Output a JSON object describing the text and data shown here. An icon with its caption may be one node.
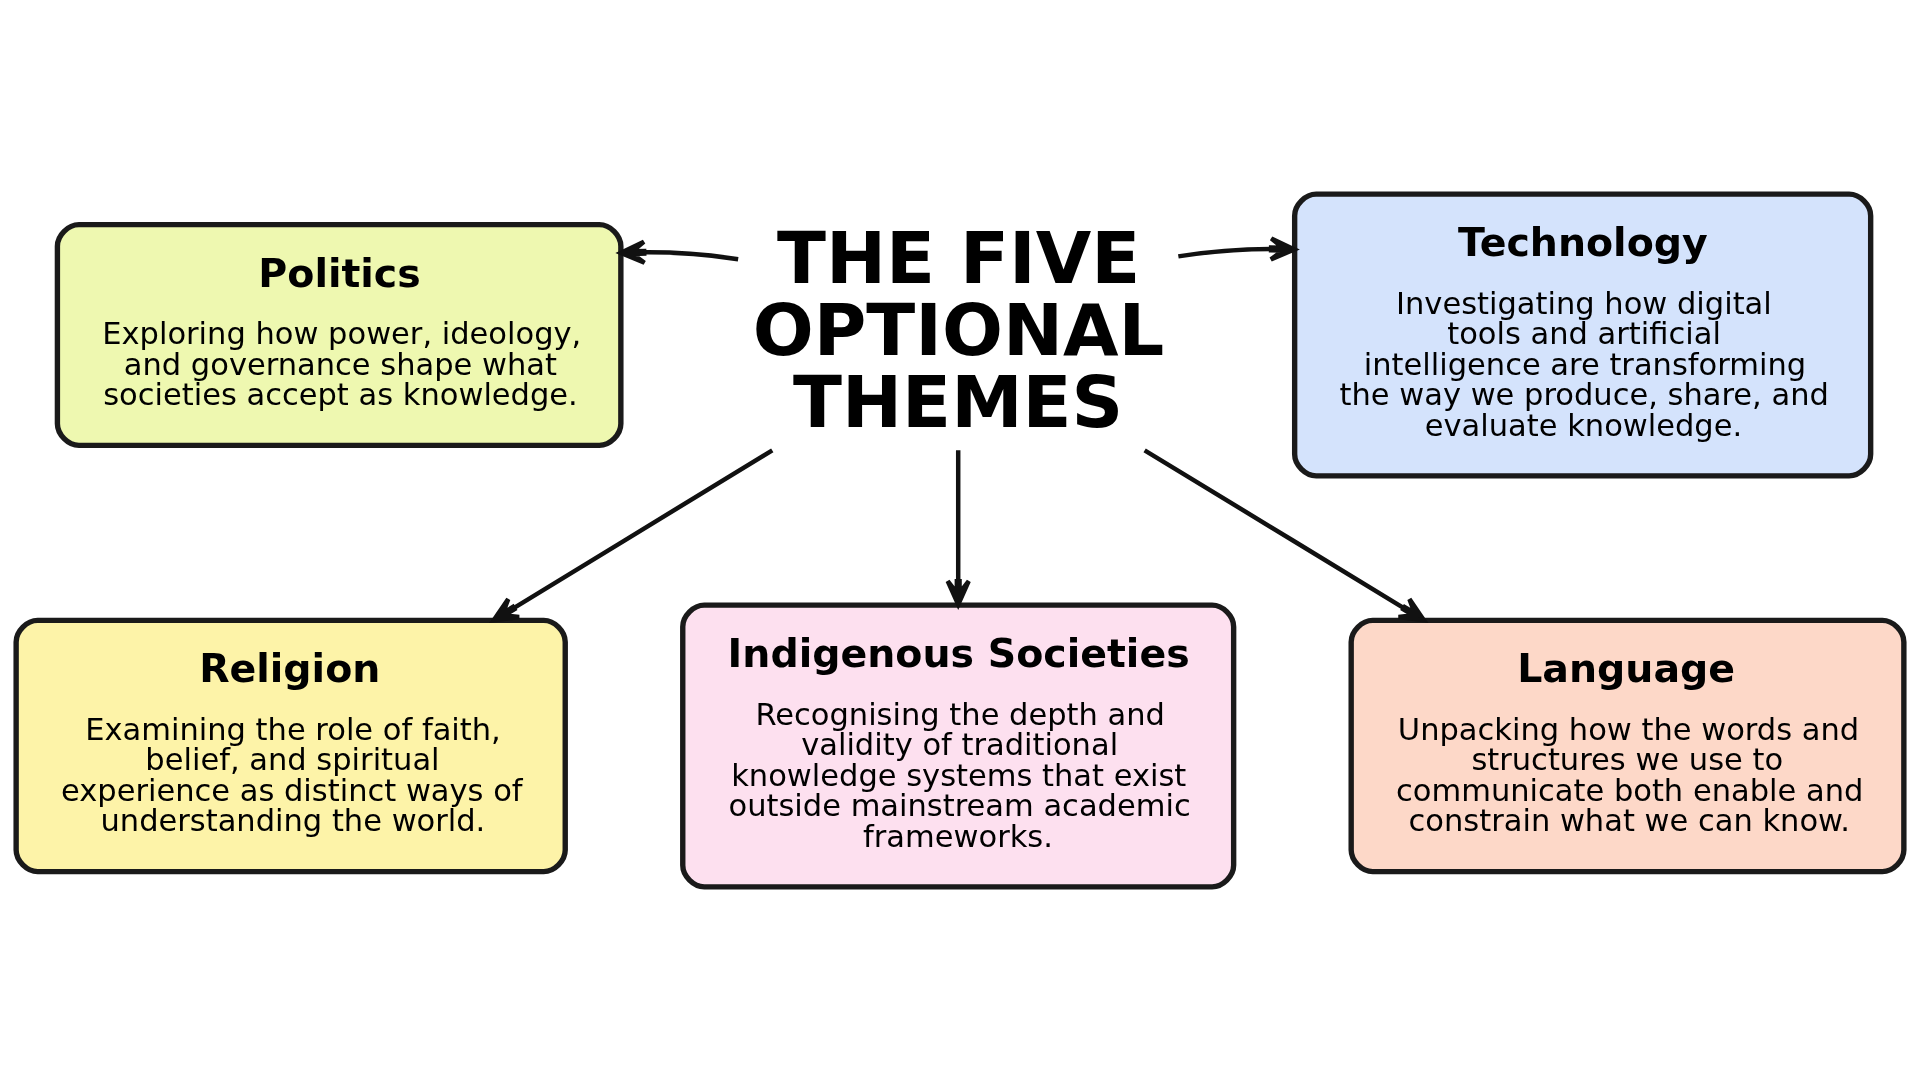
{
  "diagram": {
    "nodes": [
      {
        "text": [
          "THE FIVE OPTIONAL THEMES"
        ]
      },
      {
        "text": [
          "Politics",
          "Exploring how power, ideology, and governance shape what societies accept as knowledge."
        ]
      },
      {
        "text": [
          "Technology",
          "Investigating how digital tools and artificial intelligence are transforming the way we produce, share, and evaluate knowledge."
        ]
      },
      {
        "text": [
          "Religion",
          "Examining the role of faith, belief, and spiritual experience as distinct ways of understanding the world."
        ]
      },
      {
        "text": [
          "Indigenous Societies",
          "Recognising the depth and validity of traditional knowledge systems that exist outside mainstream academic frameworks."
        ]
      },
      {
        "text": [
          "Language",
          "Unpacking how the words and structures we use to communicate both enable and constrain what we can know."
        ]
      }
    ],
    "edges": [
      {
        "from": 0,
        "to": 1,
        "arrow": "to"
      },
      {
        "from": 0,
        "to": 2,
        "arrow": "to"
      },
      {
        "from": 0,
        "to": 3,
        "arrow": "to"
      },
      {
        "from": 0,
        "to": 4,
        "arrow": "to"
      },
      {
        "from": 0,
        "to": 5,
        "arrow": "to"
      }
    ]
  }
}
